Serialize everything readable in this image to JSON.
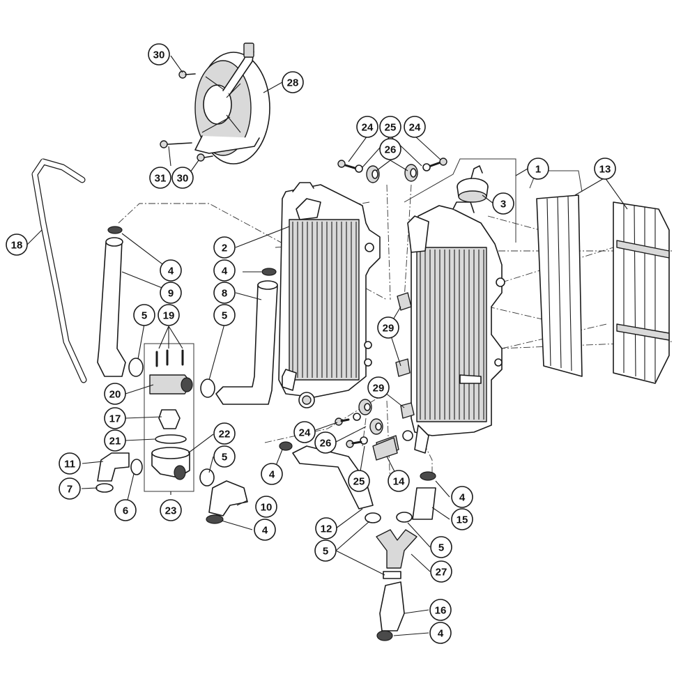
{
  "colors": {
    "line": "#1a1a1a",
    "shade": "#d9d9d9",
    "background": "#ffffff"
  },
  "callouts": [
    {
      "id": "c30a",
      "label": "30"
    },
    {
      "id": "c28",
      "label": "28"
    },
    {
      "id": "c31",
      "label": "31"
    },
    {
      "id": "c30b",
      "label": "30"
    },
    {
      "id": "c24a",
      "label": "24"
    },
    {
      "id": "c25a",
      "label": "25"
    },
    {
      "id": "c24b",
      "label": "24"
    },
    {
      "id": "c26a",
      "label": "26"
    },
    {
      "id": "c1",
      "label": "1"
    },
    {
      "id": "c13",
      "label": "13"
    },
    {
      "id": "c3",
      "label": "3"
    },
    {
      "id": "c2",
      "label": "2"
    },
    {
      "id": "c18",
      "label": "18"
    },
    {
      "id": "c4a",
      "label": "4"
    },
    {
      "id": "c4b",
      "label": "4"
    },
    {
      "id": "c9",
      "label": "9"
    },
    {
      "id": "c8",
      "label": "8"
    },
    {
      "id": "c5a",
      "label": "5"
    },
    {
      "id": "c19",
      "label": "19"
    },
    {
      "id": "c5b",
      "label": "5"
    },
    {
      "id": "c29a",
      "label": "29"
    },
    {
      "id": "c20",
      "label": "20"
    },
    {
      "id": "c17",
      "label": "17"
    },
    {
      "id": "c29b",
      "label": "29"
    },
    {
      "id": "c24c",
      "label": "24"
    },
    {
      "id": "c26b",
      "label": "26"
    },
    {
      "id": "c21",
      "label": "21"
    },
    {
      "id": "c22",
      "label": "22"
    },
    {
      "id": "c4c",
      "label": "4"
    },
    {
      "id": "c11",
      "label": "11"
    },
    {
      "id": "c5c",
      "label": "5"
    },
    {
      "id": "c25b",
      "label": "25"
    },
    {
      "id": "c14",
      "label": "14"
    },
    {
      "id": "c7",
      "label": "7"
    },
    {
      "id": "c4d",
      "label": "4"
    },
    {
      "id": "c6",
      "label": "6"
    },
    {
      "id": "c23",
      "label": "23"
    },
    {
      "id": "c10",
      "label": "10"
    },
    {
      "id": "c12",
      "label": "12"
    },
    {
      "id": "c15",
      "label": "15"
    },
    {
      "id": "c4e",
      "label": "4"
    },
    {
      "id": "c5d",
      "label": "5"
    },
    {
      "id": "c5e",
      "label": "5"
    },
    {
      "id": "c27",
      "label": "27"
    },
    {
      "id": "c16",
      "label": "16"
    },
    {
      "id": "c4f",
      "label": "4"
    }
  ]
}
